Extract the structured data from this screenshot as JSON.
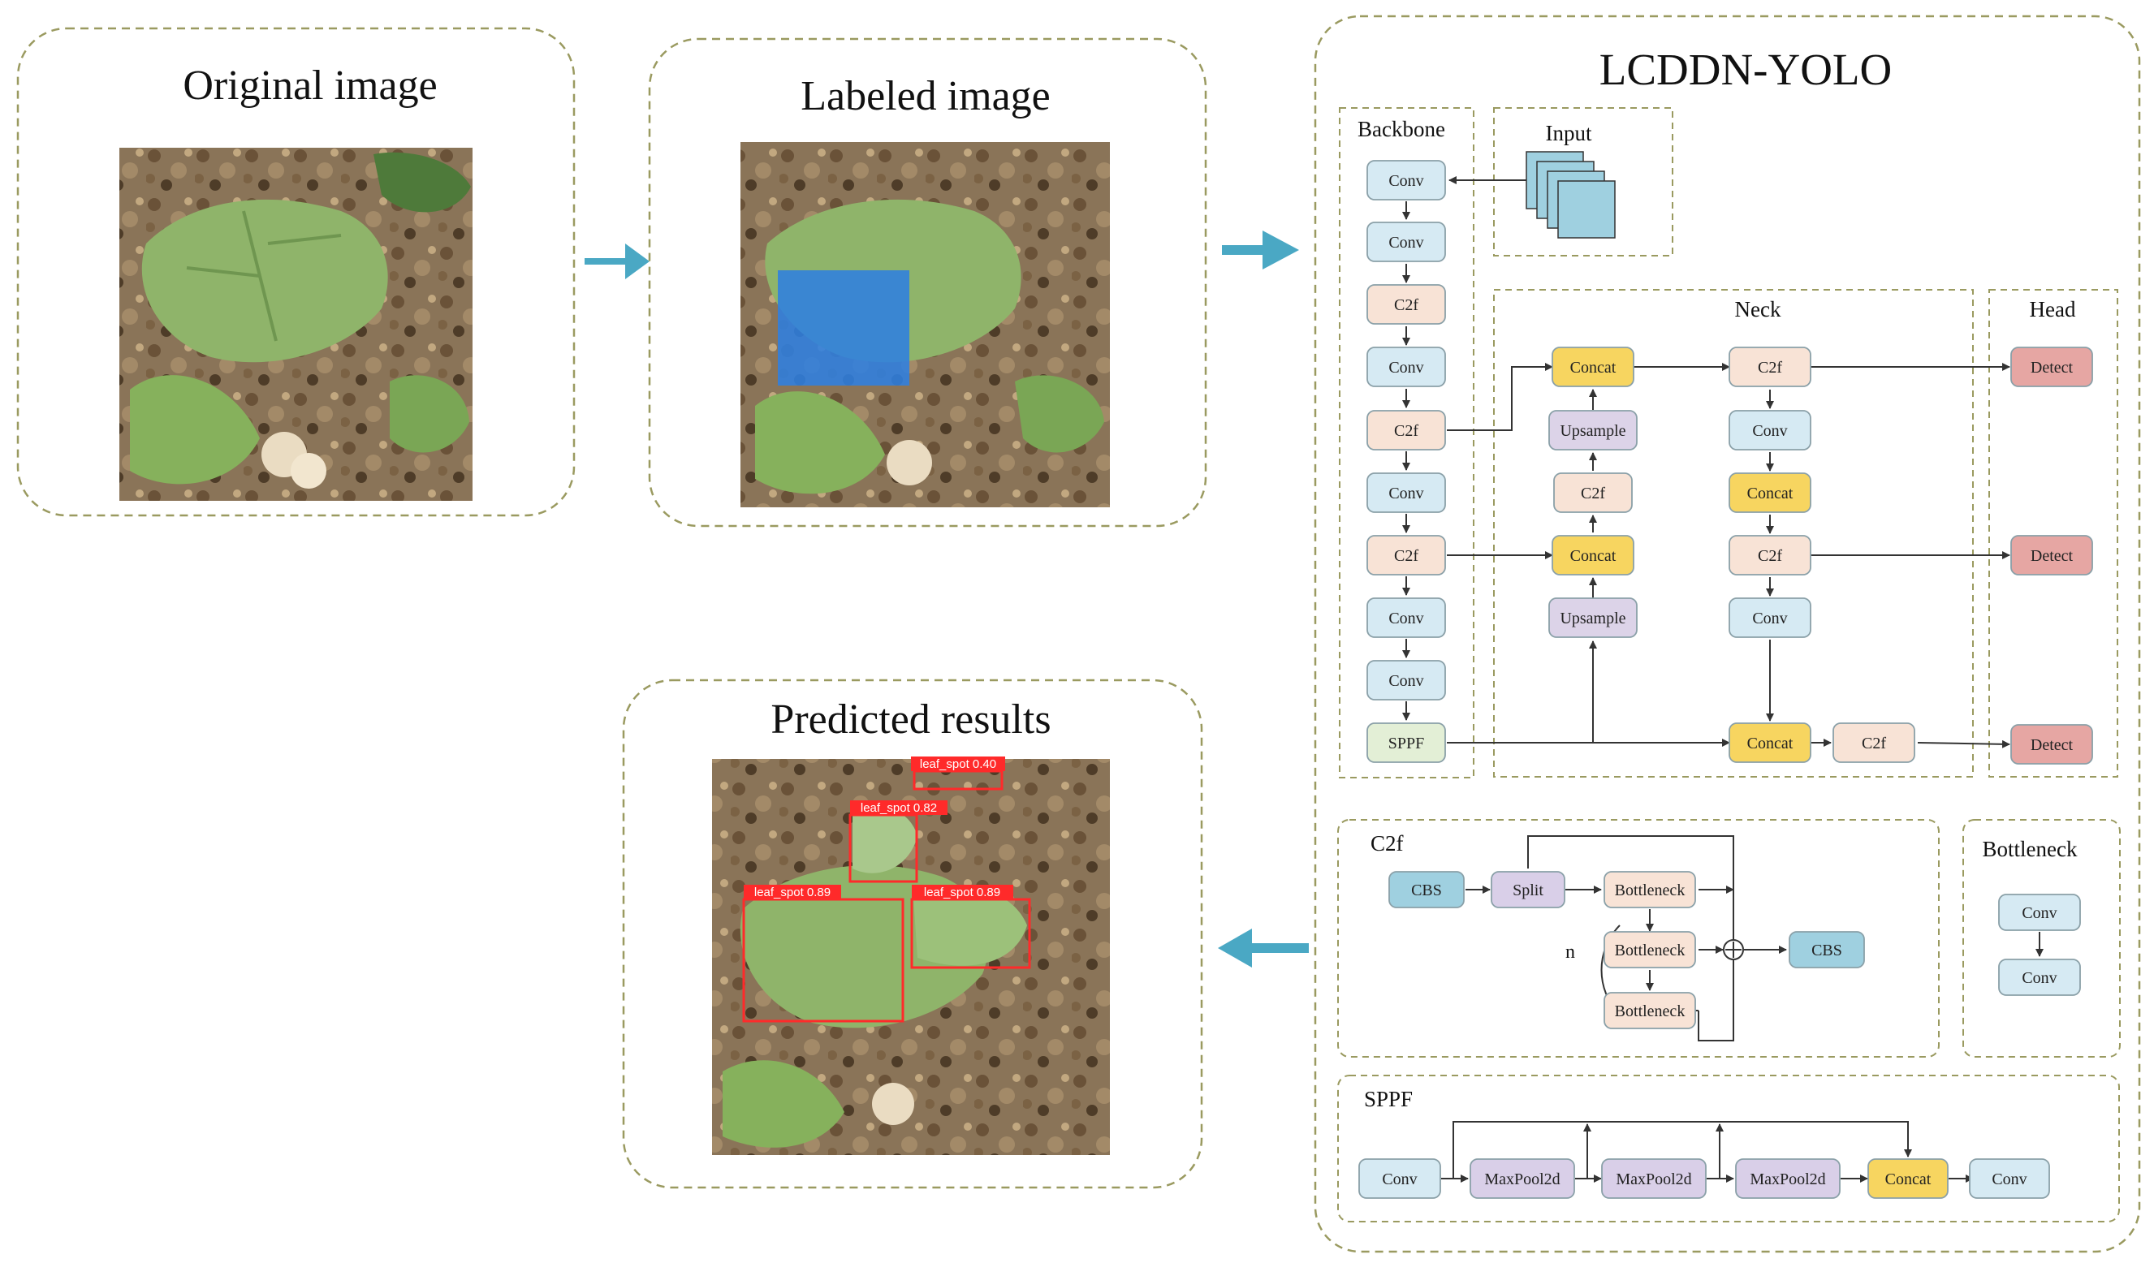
{
  "panels": {
    "original": {
      "title": "Original image"
    },
    "labeled": {
      "title": "Labeled image"
    },
    "predicted": {
      "title": "Predicted results",
      "detections": [
        {
          "label": "leaf_spot 0.40"
        },
        {
          "label": "leaf_spot 0.82"
        },
        {
          "label": "leaf_spot 0.89"
        },
        {
          "label": "leaf_spot 0.89"
        }
      ]
    },
    "model": {
      "title": "LCDDN-YOLO"
    }
  },
  "sections": {
    "backbone": "Backbone",
    "input": "Input",
    "neck": "Neck",
    "head": "Head",
    "c2f": "C2f",
    "bottleneck": "Bottleneck",
    "sppf": "SPPF"
  },
  "backbone_nodes": [
    "Conv",
    "Conv",
    "C2f",
    "Conv",
    "C2f",
    "Conv",
    "C2f",
    "Conv",
    "Conv",
    "SPPF"
  ],
  "neck_nodes": {
    "concat_top": "Concat",
    "upsample_1": "Upsample",
    "c2f_mid": "C2f",
    "concat_mid": "Concat",
    "upsample_2": "Upsample",
    "c2f_right_1": "C2f",
    "conv_right_1": "Conv",
    "concat_right": "Concat",
    "c2f_right_2": "C2f",
    "conv_right_2": "Conv",
    "concat_bottom": "Concat",
    "c2f_bottom": "C2f"
  },
  "head_nodes": [
    "Detect",
    "Detect",
    "Detect"
  ],
  "c2f_block": {
    "cbs_in": "CBS",
    "split": "Split",
    "bottleneck_1": "Bottleneck",
    "bottleneck_2": "Bottleneck",
    "bottleneck_3": "Bottleneck",
    "n_label": "n",
    "cbs_out": "CBS"
  },
  "bottleneck_block": [
    "Conv",
    "Conv"
  ],
  "sppf_block": [
    "Conv",
    "MaxPool2d",
    "MaxPool2d",
    "MaxPool2d",
    "Concat",
    "Conv"
  ],
  "colors": {
    "conv": "#d6eaf3",
    "c2f": "#f8e3d6",
    "concat": "#f7d560",
    "upsample": "#dcd3e8",
    "detect": "#e6a6a3",
    "sppf": "#e3efd6",
    "cbs": "#9fd0e0",
    "split": "#d9cfe8",
    "maxpool": "#d9cfe8",
    "arrow": "#4aa8c4",
    "dash": "#9a9a60",
    "box_label": "#ff2a2a",
    "mask": "#2f7fe0"
  }
}
